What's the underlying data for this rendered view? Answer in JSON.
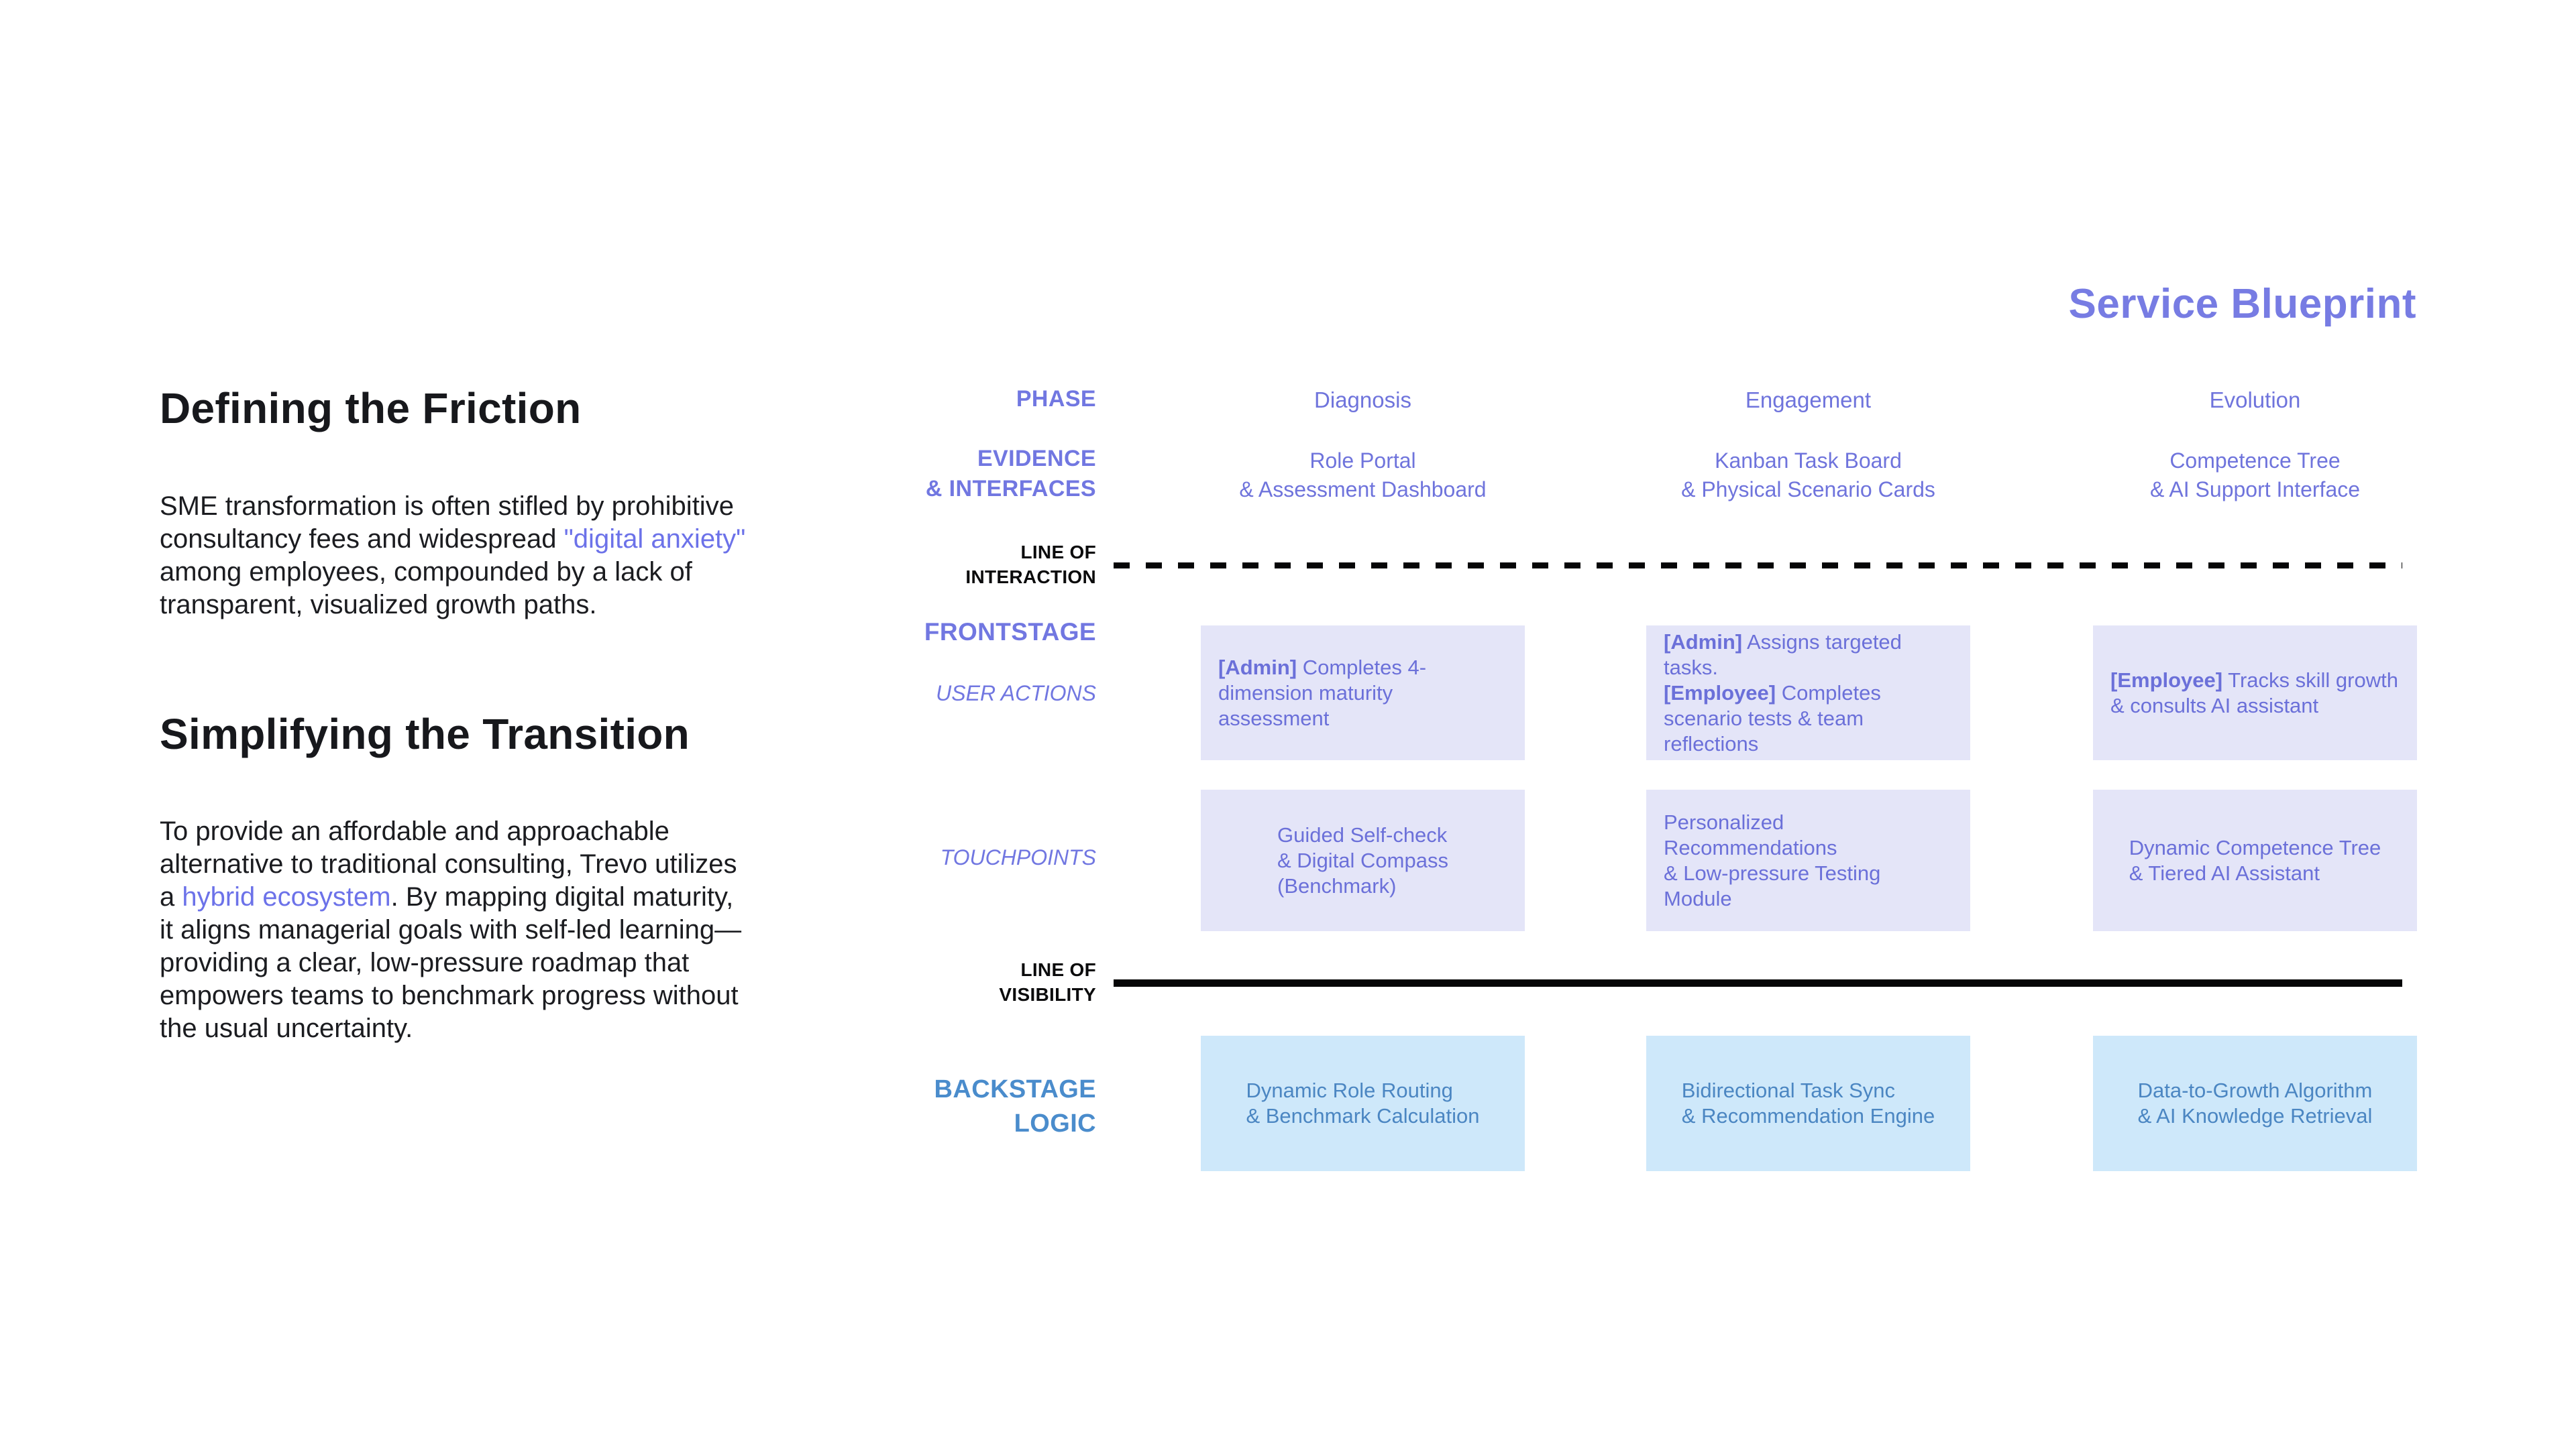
{
  "colors": {
    "accent_purple": "#777CE3",
    "label_purple": "#7177E1",
    "card_purple_text": "#6B70D9",
    "card_lavender_bg": "#E4E5F8",
    "card_blue_bg": "#CEE8FA",
    "card_blue_text": "#4B86C2",
    "backstage_label_blue": "#4A8CCC",
    "line_black": "#060607",
    "body_text": "#1B1C20"
  },
  "intro": {
    "section1": {
      "heading": "Defining the Friction",
      "body_pre": "SME transformation is often stifled by prohibitive consultancy fees and widespread ",
      "body_highlight": "\"digital anxiety\"",
      "body_post": " among employees, compounded by a lack of transparent, visualized growth paths."
    },
    "section2": {
      "heading": "Simplifying the Transition",
      "body_pre": "To provide an affordable and approachable alternative to traditional consulting, Trevo utilizes a ",
      "body_highlight": "hybrid ecosystem",
      "body_post": ". By mapping digital maturity, it aligns managerial goals with self-led learning—providing a clear, low-pressure roadmap that empowers teams to benchmark progress without the usual uncertainty."
    }
  },
  "blueprint": {
    "title": "Service Blueprint",
    "phases": [
      "Diagnosis",
      "Engagement",
      "Evolution"
    ],
    "labels": {
      "phase": "PHASE",
      "evidence": "EVIDENCE\n& INTERFACES",
      "line_of_interaction": "LINE OF\nINTERACTION",
      "frontstage": "FRONTSTAGE",
      "user_actions": "USER ACTIONS",
      "touchpoints": "TOUCHPOINTS",
      "line_of_visibility": "LINE OF\nVISIBILITY",
      "backstage": "BACKSTAGE\nLOGIC"
    },
    "evidence_cells": [
      "Role Portal\n& Assessment Dashboard",
      "Kanban Task Board\n& Physical Scenario Cards",
      "Competence Tree\n& AI Support Interface"
    ],
    "user_action_cards": [
      {
        "bold1": "[Admin]",
        "text1": " Completes 4-dimension maturity assessment",
        "bold2": "",
        "text2": ""
      },
      {
        "bold1": "[Admin]",
        "text1": " Assigns targeted tasks.",
        "bold2": "[Employee]",
        "text2": " Completes scenario tests & team reflections"
      },
      {
        "bold1": "[Employee]",
        "text1": " Tracks skill growth & consults AI assistant",
        "bold2": "",
        "text2": ""
      }
    ],
    "touchpoint_cards": [
      "Guided Self-check\n& Digital Compass\n(Benchmark)",
      "Personalized Recommendations\n& Low-pressure Testing Module",
      "Dynamic Competence Tree\n& Tiered AI Assistant"
    ],
    "backstage_cards": [
      "Dynamic Role Routing\n& Benchmark Calculation",
      "Bidirectional Task Sync\n& Recommendation Engine",
      "Data-to-Growth Algorithm\n& AI Knowledge Retrieval"
    ]
  }
}
